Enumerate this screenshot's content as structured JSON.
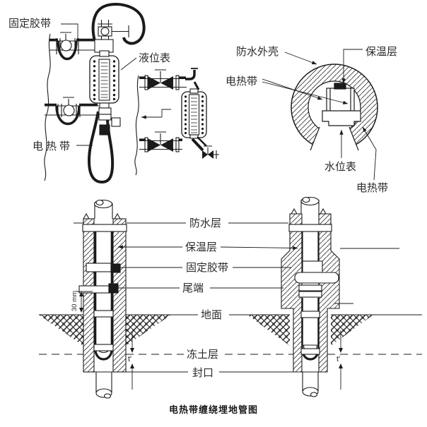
{
  "caption": "电热带缠绕埋地管图",
  "colors": {
    "ink": "#1b1b1b",
    "label_text": "#2a2a2a",
    "background": "#ffffff"
  },
  "gauge_installation": {
    "fixing_tape": "固定胶带",
    "level_gauge": "液位表",
    "heating_cable": "电热带"
  },
  "cross_section": {
    "waterproof_shell": "防水外壳",
    "insulation_layer": "保温层",
    "heating_cable": "电热带",
    "water_level_gauge": "水位表",
    "heating_cable_lower": "电热带"
  },
  "buried_pipe": {
    "waterproof_layer": "防水层",
    "insulation_layer": "保温层",
    "fixing_tape": "固定胶带",
    "tail_end": "尾端",
    "ground": "地面",
    "frozen_soil_layer": "冻土层",
    "seal": "封口",
    "dim_tail_height": "30 mm",
    "dim_frost_left": "t′",
    "dim_frost_right": "t′"
  }
}
